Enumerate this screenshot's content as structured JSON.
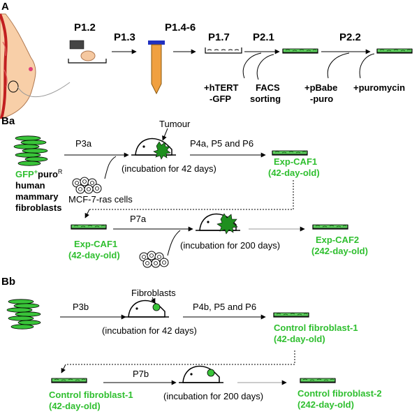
{
  "panels": {
    "a": "A",
    "ba": "Ba",
    "bb": "Bb"
  },
  "panel_a": {
    "steps": [
      "P1.2",
      "P1.3",
      "P1.4-6",
      "P1.7",
      "P2.1",
      "P2.2"
    ],
    "notes": {
      "htert_1": "+hTERT",
      "htert_2": "-GFP",
      "facs_1": "FACS",
      "facs_2": "sorting",
      "pbabe_1": "+pBabe",
      "pbabe_2": "-puro",
      "puromycin": "+puromycin"
    }
  },
  "panel_ba": {
    "gfp_word": "GFP",
    "gfp_sup": "+",
    "puro_word": "puro",
    "puro_sup": "R",
    "cells_line1": "human",
    "cells_line2": "mammary",
    "cells_line3": "fibroblasts",
    "p3a": "P3a",
    "tumour": "Tumour",
    "mcf": "MCF-7-ras cells",
    "incub42": "(incubation for 42 days)",
    "p4a": "P4a, P5 and P6",
    "expcaf1_1": "Exp-CAF1",
    "expcaf1_2": "(42-day-old)",
    "expcaf1b_1": "Exp-CAF1",
    "expcaf1b_2": "(42-day-old)",
    "p7a": "P7a",
    "incub200": "(incubation for 200 days)",
    "expcaf2_1": "Exp-CAF2",
    "expcaf2_2": "(242-day-old)"
  },
  "panel_bb": {
    "fibroblasts": "Fibroblasts",
    "p3b": "P3b",
    "incub42": "(incubation for 42 days)",
    "p4b": "P4b, P5 and P6",
    "cf1_1": "Control fibroblast-1",
    "cf1_2": "(42-day-old)",
    "cf1b_1": "Control fibroblast-1",
    "cf1b_2": "(42-day-old)",
    "p7b": "P7b",
    "incub200": "(incubation for 200 days)",
    "cf2_1": "Control fibroblast-2",
    "cf2_2": "(242-day-old)"
  },
  "colors": {
    "green": "#2fbf2f",
    "cell_green": "#39c439",
    "tumour": "#1f8f1f",
    "tube": "#f0a040",
    "cap": "#2030c0"
  }
}
